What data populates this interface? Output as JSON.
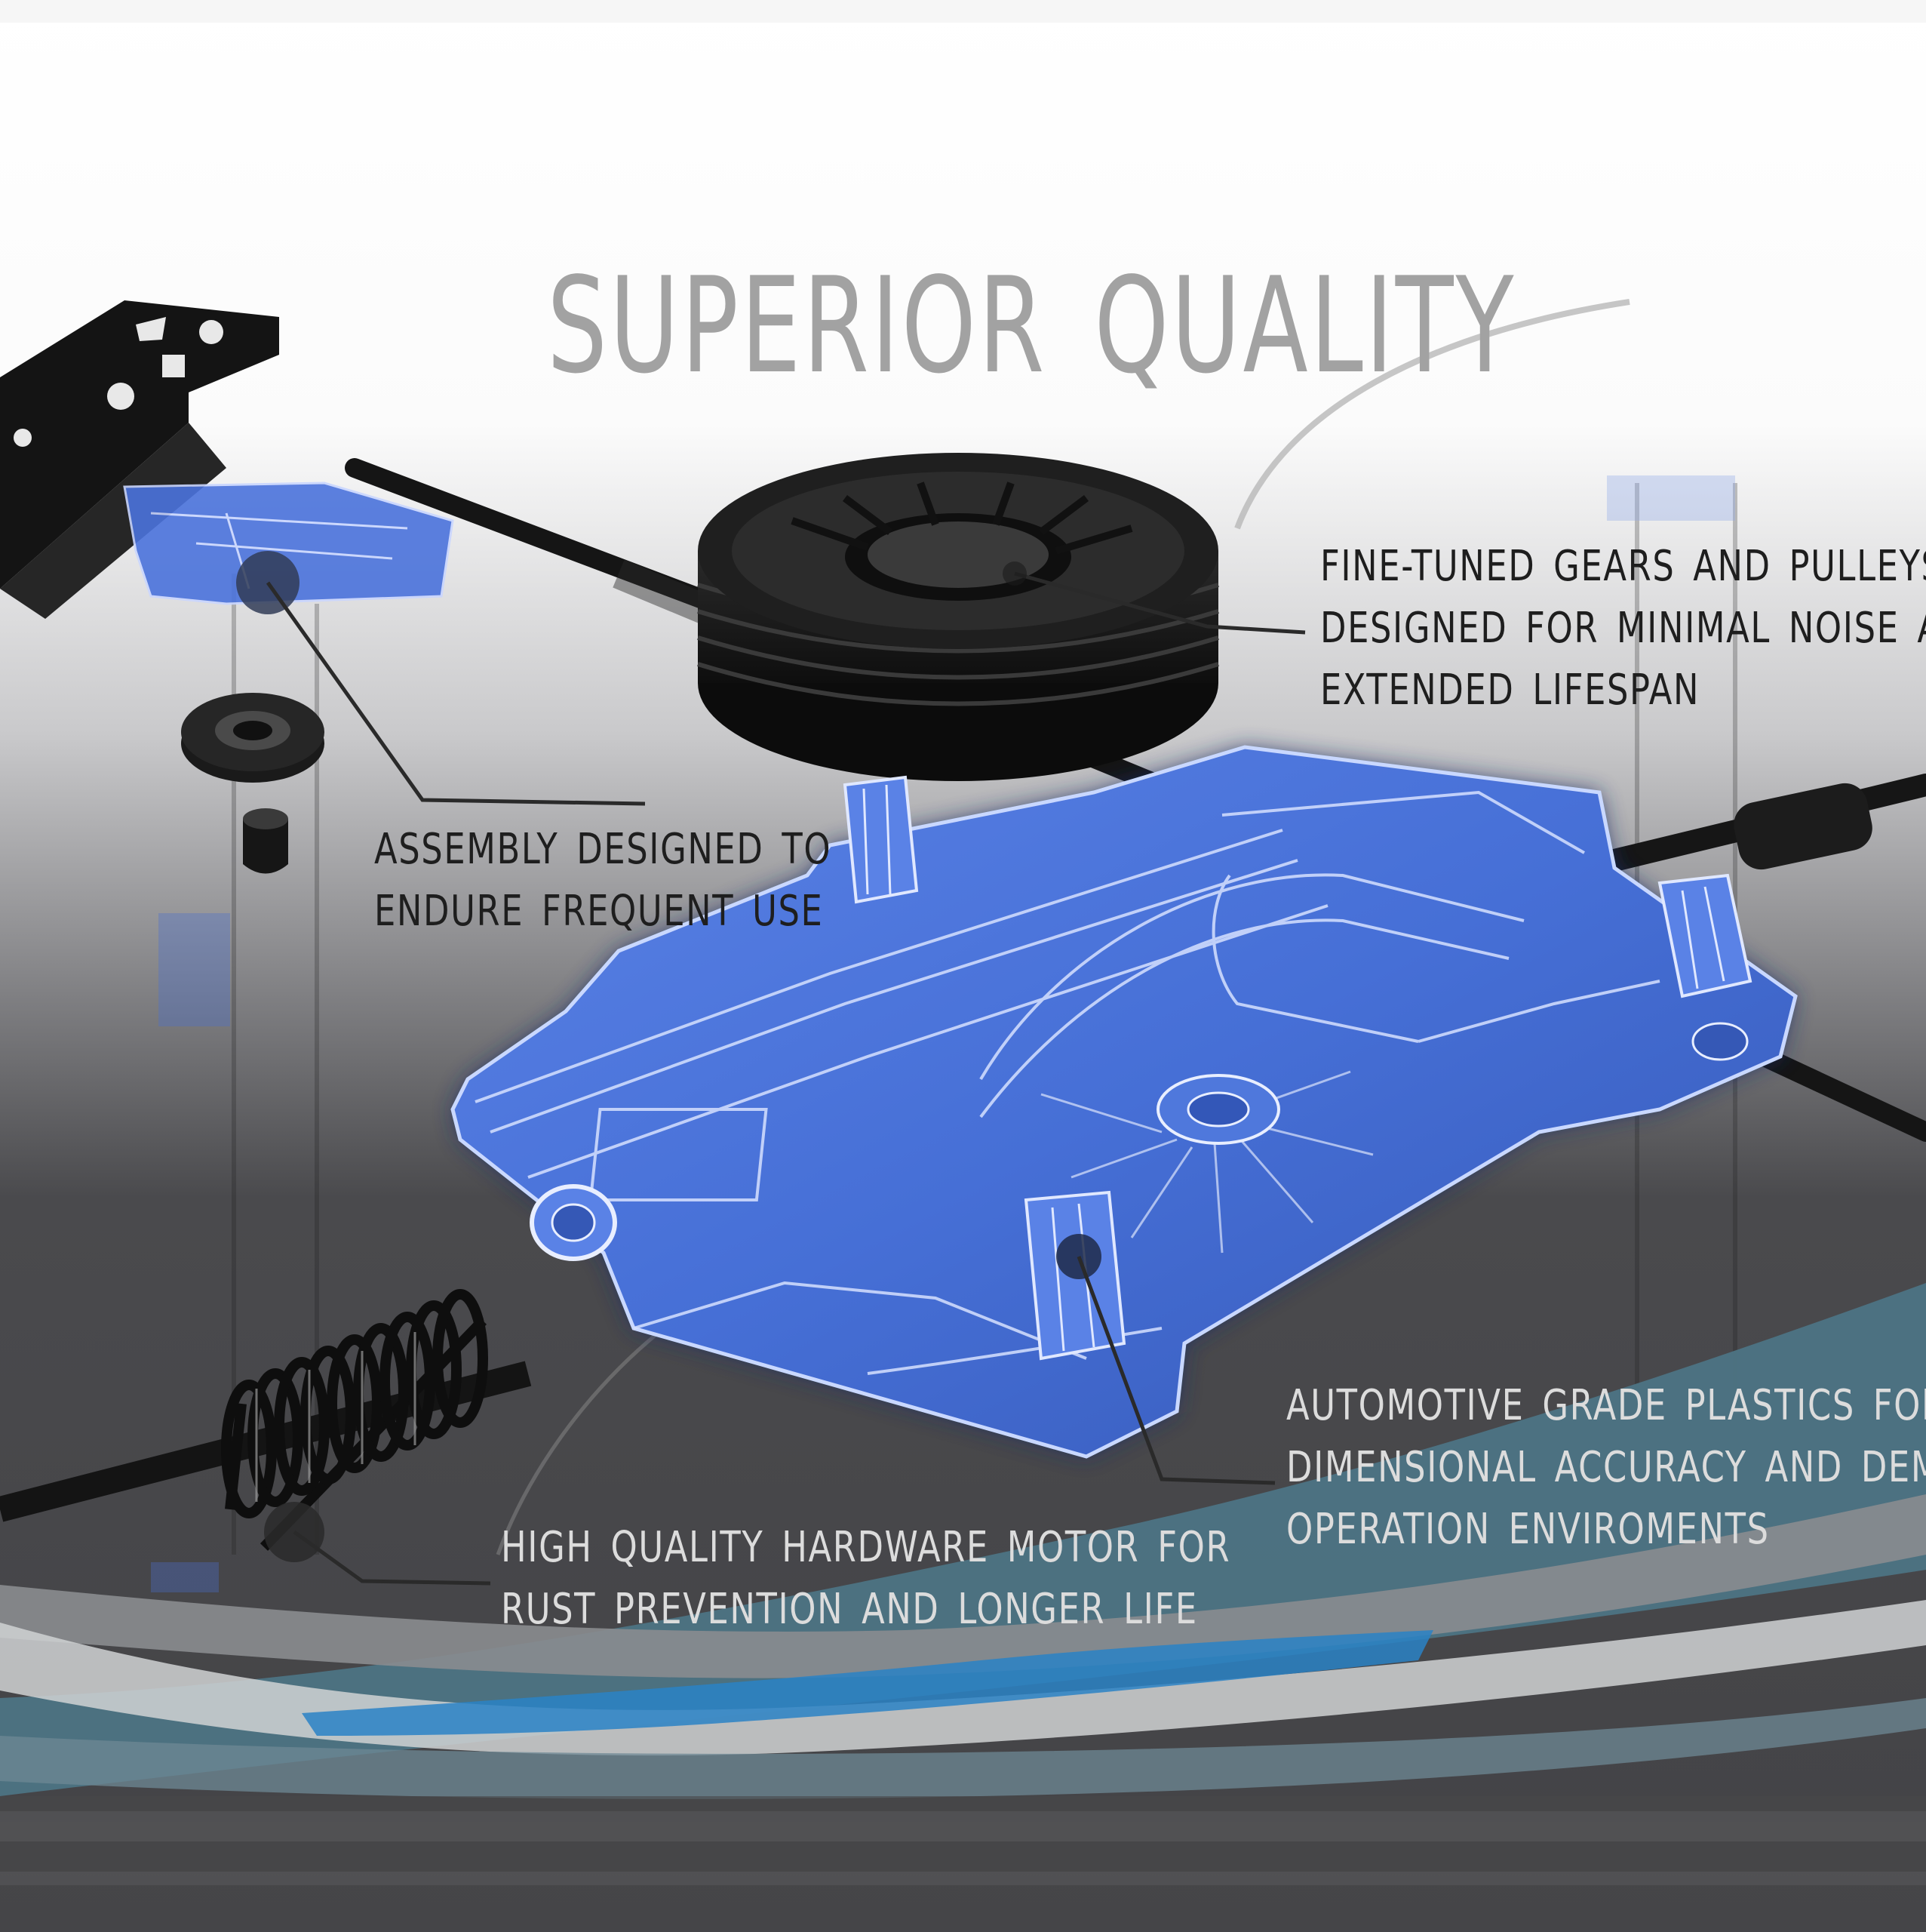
{
  "title": "SUPERIOR QUALITY",
  "callouts": {
    "gears": {
      "line1": "FINE-TUNED GEARS AND PULLEYS",
      "line2": "DESIGNED FOR  MINIMAL NOISE AND",
      "line3": "EXTENDED LIFESPAN"
    },
    "assembly": {
      "line1": "ASSEMBLY DESIGNED TO",
      "line2": "ENDURE FREQUENT USE"
    },
    "plastics": {
      "line1": "AUTOMOTIVE GRADE PLASTICS FOR",
      "line2": "DIMENSIONAL ACCURACY AND DEMANDING",
      "line3": "OPERATION ENVIROMENTS"
    },
    "motor": {
      "line1": "HIGH QUALITY HARDWARE MOTOR FOR",
      "line2": "RUST PREVENTION AND LONGER LIFE"
    }
  },
  "colors": {
    "title": "#a2a2a2",
    "dark_text": "#1e1e1e",
    "light_text": "#dcdcdc",
    "plastic_blue": "#3f66c8",
    "wave_teal": "#4d7585",
    "wave_bright_blue": "#2a82c6",
    "background_dark": "#454548"
  }
}
